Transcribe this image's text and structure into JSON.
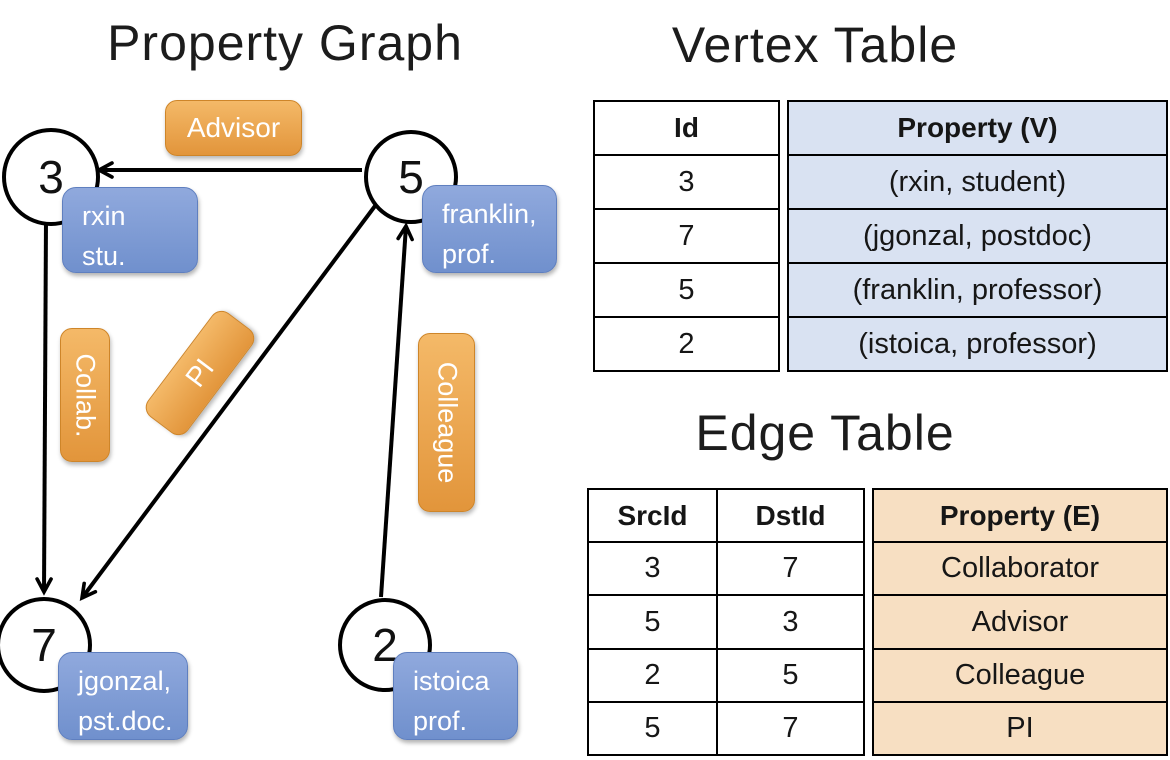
{
  "graph": {
    "title": "Property Graph",
    "nodes": [
      {
        "id": "3",
        "property_lines": [
          "rxin",
          "stu."
        ]
      },
      {
        "id": "5",
        "property_lines": [
          "franklin,",
          "prof."
        ]
      },
      {
        "id": "7",
        "property_lines": [
          "jgonzal,",
          "pst.doc."
        ]
      },
      {
        "id": "2",
        "property_lines": [
          "istoica",
          "prof."
        ]
      }
    ],
    "edge_labels": {
      "advisor": "Advisor",
      "collab": "Collab.",
      "pi": "PI",
      "colleague": "Colleague"
    }
  },
  "vertex_table": {
    "title": "Vertex Table",
    "columns": [
      "Id",
      "Property (V)"
    ],
    "rows": [
      [
        "3",
        "(rxin, student)"
      ],
      [
        "7",
        "(jgonzal, postdoc)"
      ],
      [
        "5",
        "(franklin, professor)"
      ],
      [
        "2",
        "(istoica, professor)"
      ]
    ]
  },
  "edge_table": {
    "title": "Edge Table",
    "columns": [
      "SrcId",
      "DstId",
      "Property (E)"
    ],
    "rows": [
      [
        "3",
        "7",
        "Collaborator"
      ],
      [
        "5",
        "3",
        "Advisor"
      ],
      [
        "2",
        "5",
        "Colleague"
      ],
      [
        "5",
        "7",
        "PI"
      ]
    ]
  },
  "colors": {
    "edge-label-top": "#f4b968",
    "edge-label-bottom": "#e2953b",
    "edge-label-border": "#ce8529",
    "vertex-label-top": "#90a9dd",
    "vertex-label-bottom": "#7090cd",
    "vertex-label-border": "#5f7fbf",
    "vertex-column-fill": "#d9e2f2",
    "edge-column-fill": "#f7dfc2",
    "line-color": "#000000"
  }
}
